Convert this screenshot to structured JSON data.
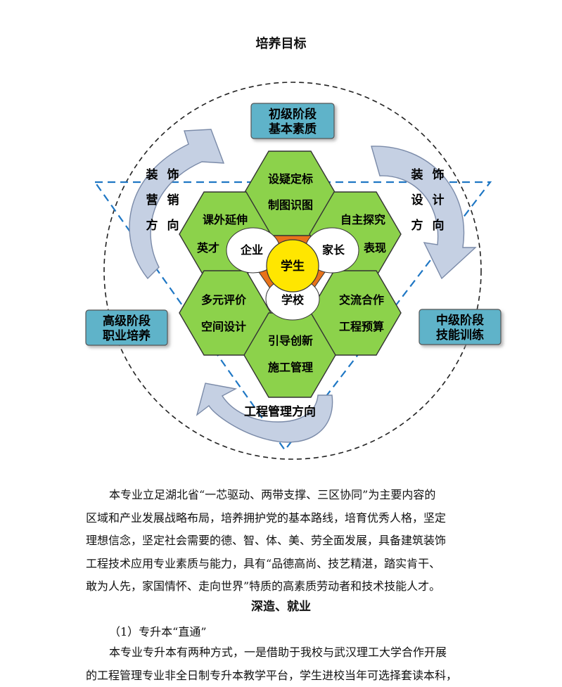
{
  "page_title": "培养目标",
  "diagram": {
    "stages": {
      "beginner_line1": "初级阶段",
      "beginner_line2": "基本素质",
      "intermediate_line1": "中级阶段",
      "intermediate_line2": "技能训练",
      "advanced_line1": "高级阶段",
      "advanced_line2": "职业培养"
    },
    "directions": {
      "left": [
        "装",
        "饰",
        "营",
        "销",
        "方",
        "向"
      ],
      "right": [
        "装",
        "饰",
        "设",
        "计",
        "方",
        "向"
      ],
      "bottom": "工程管理方向"
    },
    "hexagons": {
      "top_line1": "设疑定标",
      "top_line2": "制图识图",
      "upper_left_line1": "课外延伸",
      "upper_left_line2": "英才",
      "upper_right_line1": "自主探究",
      "upper_right_line2": "表现",
      "lower_left_line1": "多元评价",
      "lower_left_line2": "空间设计",
      "lower_right_line1": "交流合作",
      "lower_right_line2": "工程预算",
      "bottom_line1": "引导创新",
      "bottom_line2": "施工管理"
    },
    "center": {
      "student": "学生",
      "enterprise": "企业",
      "parent": "家长",
      "school": "学校"
    },
    "colors": {
      "hex_fill": "#8cd24b",
      "stage_fill": "#5fb3c9",
      "center_fill": "#ffe600",
      "triangle_fill": "#e8731a",
      "arrow_fill": "#c5d0e3",
      "dashed_triangle": "#1f77c4"
    }
  },
  "paragraph1": {
    "lines": [
      "本专业立足湖北省“一芯驱动、两带支撑、三区协同”为主要内容的",
      "区域和产业发展战略布局，培养拥护党的基本路线，培育优秀人格，坚定",
      "理想信念，坚定社会需要的德、智、体、美、劳全面发展，具备建筑装饰",
      "工程技术应用专业素质与能力，具有“品德高尚、技艺精湛，踏实肯干、",
      "敢为人先，家国情怀、走向世界”特质的高素质劳动者和技术技能人才。"
    ]
  },
  "section_title": "深造、就业",
  "subheading": "（1）专升本“直通”",
  "paragraph2": {
    "line1": "本专业专升本有两种方式，一是借助于我校与武汉理工大学合作开展",
    "line2": "的工程管理专业非全日制专升本教学平台，学生进校当年可选择套读本科，"
  }
}
